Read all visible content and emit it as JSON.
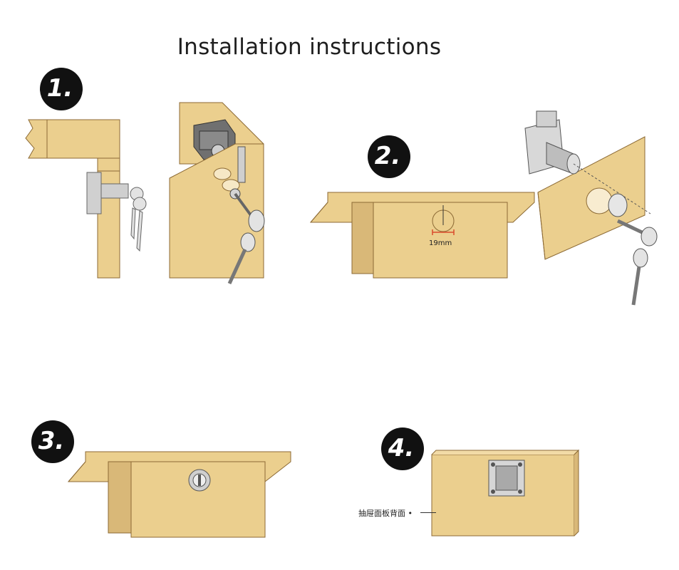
{
  "title": "Installation instructions",
  "steps": [
    {
      "label": "1."
    },
    {
      "label": "2."
    },
    {
      "label": "3."
    },
    {
      "label": "4."
    }
  ],
  "step2": {
    "hole_diameter_label": "19mm"
  },
  "step4": {
    "callout_label": "抽屉面板背面"
  },
  "colors": {
    "wood": "#ebcf8e",
    "wood_edge": "#b38f4f",
    "badge": "#111111",
    "dimension": "#d94a2b",
    "metal": "#c6c6c6"
  }
}
